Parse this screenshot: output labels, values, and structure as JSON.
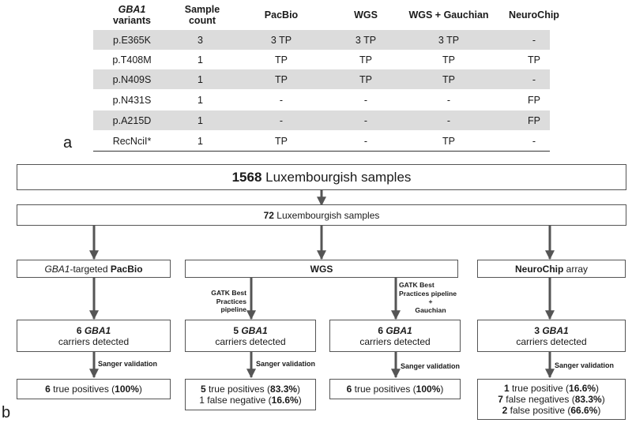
{
  "panel_a": {
    "label": "a",
    "headers": {
      "variants_line1": "GBA1",
      "variants_line2": "variants",
      "count_line1": "Sample",
      "count_line2": "count",
      "pacbio": "PacBio",
      "wgs": "WGS",
      "wgs_gauchian": "WGS + Gauchian",
      "neurochip": "NeuroChip"
    },
    "rows": [
      {
        "variant": "p.E365K",
        "count": "3",
        "pacbio": "3 TP",
        "wgs": "3 TP",
        "wgs_gauchian": "3 TP",
        "neurochip": "-"
      },
      {
        "variant": "p.T408M",
        "count": "1",
        "pacbio": "TP",
        "wgs": "TP",
        "wgs_gauchian": "TP",
        "neurochip": "TP"
      },
      {
        "variant": "p.N409S",
        "count": "1",
        "pacbio": "TP",
        "wgs": "TP",
        "wgs_gauchian": "TP",
        "neurochip": "-"
      },
      {
        "variant": "p.N431S",
        "count": "1",
        "pacbio": "-",
        "wgs": "-",
        "wgs_gauchian": "-",
        "neurochip": "FP"
      },
      {
        "variant": "p.A215D",
        "count": "1",
        "pacbio": "-",
        "wgs": "-",
        "wgs_gauchian": "-",
        "neurochip": "FP"
      },
      {
        "variant": "RecNciI*",
        "count": "1",
        "pacbio": "TP",
        "wgs": "-",
        "wgs_gauchian": "TP",
        "neurochip": "-"
      }
    ]
  },
  "panel_b": {
    "label": "b",
    "top_box": {
      "number": "1568",
      "text": " Luxembourgish samples"
    },
    "second_box": {
      "number": "72",
      "text": " Luxembourgish samples"
    },
    "pacbio": {
      "title_italic": "GBA1",
      "title_mid": "-targeted ",
      "title_bold": "PacBio",
      "detected_num": "6",
      "detected_gene": "GBA1",
      "detected_text": "carriers detected",
      "validation": "Sanger validation",
      "result_num": "6",
      "result_text": " true positives (",
      "result_pct": "100%",
      "result_close": ")"
    },
    "wgs": {
      "title": "WGS",
      "pipeline_left_1": "GATK Best",
      "pipeline_left_2": "Practices pipeline",
      "pipeline_right_1": "GATK Best",
      "pipeline_right_2": "Practices pipeline",
      "pipeline_right_3": "+",
      "pipeline_right_4": "Gauchian",
      "left_detected_num": "5",
      "left_detected_gene": "GBA1",
      "left_detected_text": "carriers detected",
      "right_detected_num": "6",
      "right_detected_gene": "GBA1",
      "right_detected_text": "carriers detected",
      "validation": "Sanger validation",
      "left_result_1_num": "5",
      "left_result_1_text": " true positives (",
      "left_result_1_pct": "83.3%",
      "left_result_2_text": "1 false negative (",
      "left_result_2_pct": "16.6%",
      "right_result_num": "6",
      "right_result_text": " true positives (",
      "right_result_pct": "100%",
      "close": ")"
    },
    "neurochip": {
      "title_bold": "NeuroChip",
      "title_rest": " array",
      "detected_num": "3",
      "detected_gene": "GBA1",
      "detected_text": "carriers detected",
      "validation": "Sanger validation",
      "r1_num": "1",
      "r1_text": " true positive (",
      "r1_pct": "16.6%",
      "r2_num": "7",
      "r2_text": " false negatives (",
      "r2_pct": "83.3%",
      "r3_num": "2",
      "r3_text": " false positive (",
      "r3_pct": "66.6%",
      "close": ")"
    }
  },
  "colors": {
    "row_shade": "#dcdcdc",
    "arrow": "#555555",
    "box_border": "#555555"
  }
}
